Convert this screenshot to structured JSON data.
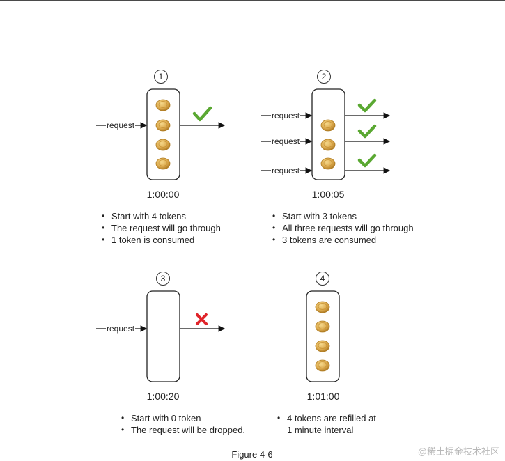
{
  "panels": [
    {
      "number": "1",
      "time": "1:00:00",
      "bullets": [
        "Start with 4 tokens",
        "The request will go through",
        "1 token is consumed"
      ],
      "tokens": 4,
      "requests": [
        {
          "label": "request",
          "result": "accepted"
        }
      ]
    },
    {
      "number": "2",
      "time": "1:00:05",
      "bullets": [
        "Start with 3 tokens",
        "All three requests will go through",
        "3 tokens are consumed"
      ],
      "tokens": 3,
      "requests": [
        {
          "label": "request",
          "result": "accepted"
        },
        {
          "label": "request",
          "result": "accepted"
        },
        {
          "label": "request",
          "result": "accepted"
        }
      ]
    },
    {
      "number": "3",
      "time": "1:00:20",
      "bullets": [
        "Start with 0 token",
        "The request will be dropped."
      ],
      "tokens": 0,
      "requests": [
        {
          "label": "request",
          "result": "dropped"
        }
      ]
    },
    {
      "number": "4",
      "time": "1:01:00",
      "bullets": [
        "4 tokens are refilled at",
        "1 minute interval"
      ],
      "bullet_markers": [
        true,
        false
      ],
      "tokens": 4,
      "requests": []
    }
  ],
  "caption": "Figure 4-6",
  "watermark": "@稀土掘金技术社区",
  "colors": {
    "check": "#5aa832",
    "cross": "#e0242a",
    "token": "#d9a74a",
    "token_edge": "#b07d22",
    "bucket_stroke": "#222"
  }
}
